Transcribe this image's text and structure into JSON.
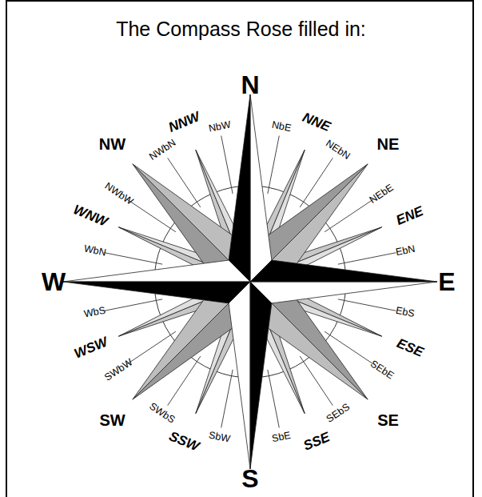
{
  "diagram": {
    "title": "The Compass Rose filled in:",
    "labels": [
      "N",
      "NbE",
      "NNE",
      "NEbN",
      "NE",
      "NEbE",
      "ENE",
      "EbN",
      "E",
      "EbS",
      "ESE",
      "SEbE",
      "SE",
      "SEbS",
      "SSE",
      "SbE",
      "S",
      "SbW",
      "SSW",
      "SWbS",
      "SW",
      "SWbW",
      "WSW",
      "WbS",
      "W",
      "WbN",
      "WNW",
      "NWbW",
      "NW",
      "NWbN",
      "NNW",
      "NbW"
    ]
  }
}
